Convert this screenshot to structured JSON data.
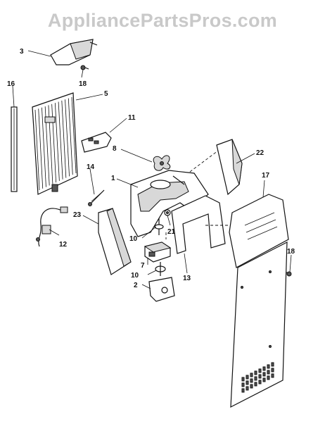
{
  "watermark": "AppliancePartsPros.com",
  "callouts": {
    "c1": "1",
    "c2": "2",
    "c3": "3",
    "c5": "5",
    "c7": "7",
    "c8": "8",
    "c10a": "10",
    "c10b": "10",
    "c11": "11",
    "c12": "12",
    "c13": "13",
    "c14": "14",
    "c16": "16",
    "c17": "17",
    "c18a": "18",
    "c18b": "18",
    "c21": "21",
    "c22": "22",
    "c23": "23"
  }
}
